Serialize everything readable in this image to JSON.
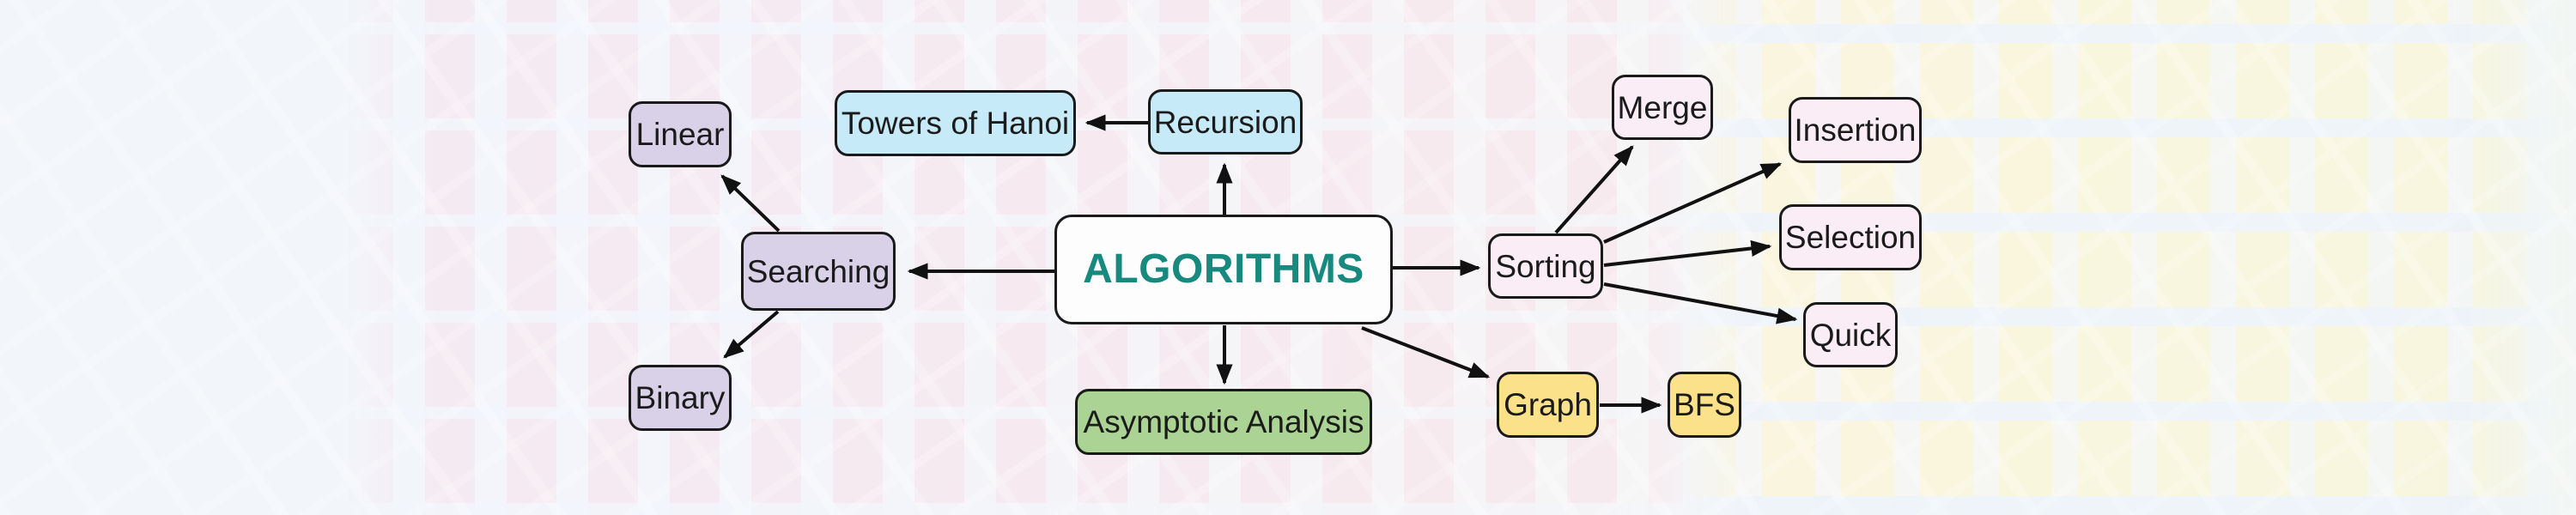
{
  "diagram": {
    "title": "ALGORITHMS",
    "colors": {
      "border": "#1A1A1A",
      "arrow": "#111111",
      "title_text": "#17897F",
      "node_text": "#1B1B1B",
      "blue": "#C6EAF8",
      "lavender": "#D8D1E7",
      "pink": "#FAEDF5",
      "green": "#ABD393",
      "yellow": "#FBE28A",
      "white": "#FDFDFE"
    },
    "nodes": {
      "algorithms": {
        "label": "ALGORITHMS",
        "fill": "#FDFDFE",
        "text": "#17897F"
      },
      "recursion": {
        "label": "Recursion",
        "fill": "#C6EAF8",
        "text": "#1B1B1B"
      },
      "towers": {
        "label": "Towers of Hanoi",
        "fill": "#C6EAF8",
        "text": "#1B1B1B"
      },
      "searching": {
        "label": "Searching",
        "fill": "#D8D1E7",
        "text": "#1B1B1B"
      },
      "linear": {
        "label": "Linear",
        "fill": "#D8D1E7",
        "text": "#1B1B1B"
      },
      "binary": {
        "label": "Binary",
        "fill": "#D8D1E7",
        "text": "#1B1B1B"
      },
      "sorting": {
        "label": "Sorting",
        "fill": "#FAEDF5",
        "text": "#1B1B1B"
      },
      "merge": {
        "label": "Merge",
        "fill": "#FAEDF5",
        "text": "#1B1B1B"
      },
      "insertion": {
        "label": "Insertion",
        "fill": "#FAEDF5",
        "text": "#1B1B1B"
      },
      "selection": {
        "label": "Selection",
        "fill": "#FAEDF5",
        "text": "#1B1B1B"
      },
      "quick": {
        "label": "Quick",
        "fill": "#FAEDF5",
        "text": "#1B1B1B"
      },
      "asymptotic": {
        "label": "Asymptotic Analysis",
        "fill": "#ABD393",
        "text": "#1B1B1B"
      },
      "graph": {
        "label": "Graph",
        "fill": "#FBE28A",
        "text": "#1B1B1B"
      },
      "bfs": {
        "label": "BFS",
        "fill": "#FBE28A",
        "text": "#1B1B1B"
      }
    },
    "edges": [
      {
        "from": "recursion",
        "to": "towers"
      },
      {
        "from": "algorithms",
        "to": "recursion"
      },
      {
        "from": "algorithms",
        "to": "searching"
      },
      {
        "from": "searching",
        "to": "linear"
      },
      {
        "from": "searching",
        "to": "binary"
      },
      {
        "from": "algorithms",
        "to": "sorting"
      },
      {
        "from": "sorting",
        "to": "merge"
      },
      {
        "from": "sorting",
        "to": "insertion"
      },
      {
        "from": "sorting",
        "to": "selection"
      },
      {
        "from": "sorting",
        "to": "quick"
      },
      {
        "from": "algorithms",
        "to": "asymptotic"
      },
      {
        "from": "algorithms",
        "to": "graph"
      },
      {
        "from": "graph",
        "to": "bfs"
      }
    ]
  }
}
